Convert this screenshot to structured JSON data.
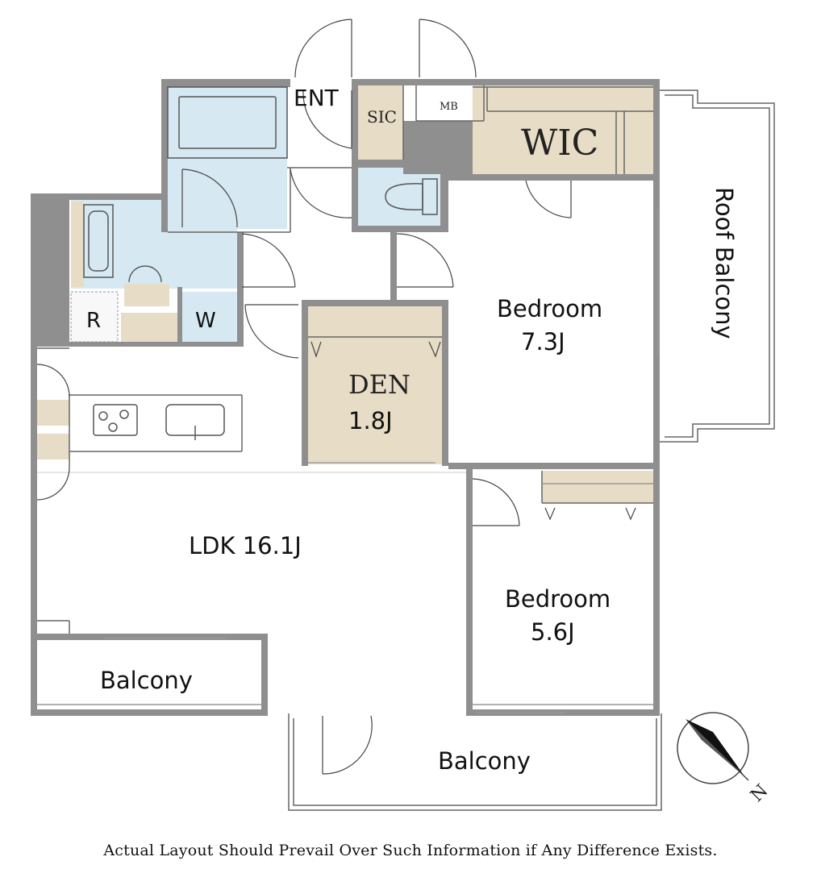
{
  "floorplan": {
    "rooms": {
      "entrance": "ENT",
      "sic": "SIC",
      "mb": "MB",
      "wic": "WIC",
      "roof_balcony": "Roof Balcony",
      "bedroom1": {
        "name": "Bedroom",
        "size": "7.3J"
      },
      "den": {
        "name": "DEN",
        "size": "1.8J"
      },
      "ldk": "LDK 16.1J",
      "bedroom2": {
        "name": "Bedroom",
        "size": "5.6J"
      },
      "balcony_left": "Balcony",
      "balcony_bottom": "Balcony",
      "refrigerator": "R",
      "washer": "W"
    },
    "compass": "N",
    "colors": {
      "wall": "#8f8f8f",
      "storage": "#e7dcc6",
      "wet_area": "#d6e8f2",
      "line": "#333333"
    }
  },
  "disclaimer": "Actual Layout Should Prevail Over Such Information if Any Difference Exists."
}
